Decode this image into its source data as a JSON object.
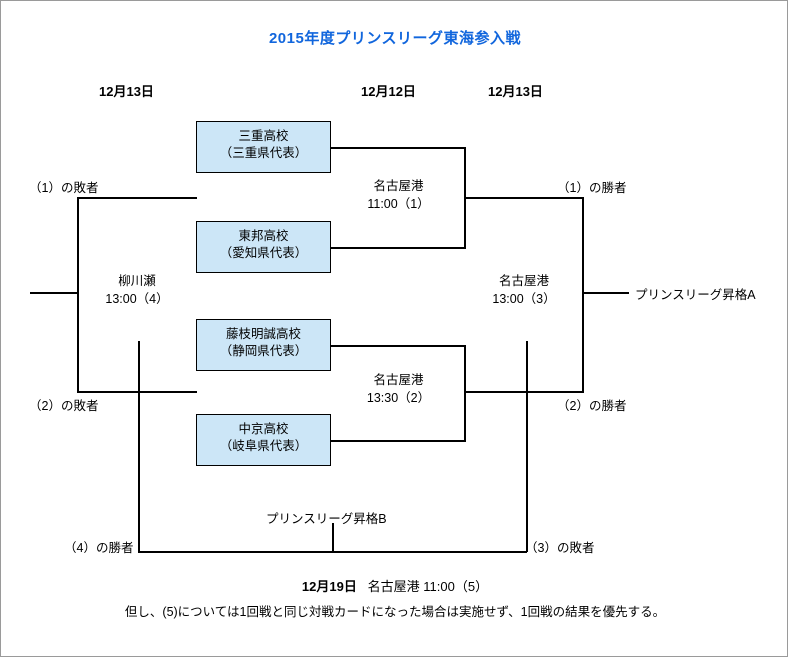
{
  "title": "2015年度プリンスリーグ東海参入戦",
  "title_color": "#1166dd",
  "box_fill_color": "#cce6f7",
  "date_headers": [
    {
      "label": "12月13日"
    },
    {
      "label": "12月12日"
    },
    {
      "label": "12月13日"
    }
  ],
  "teams": [
    {
      "name": "三重高校",
      "region": "（三重県代表）"
    },
    {
      "name": "東邦高校",
      "region": "（愛知県代表）"
    },
    {
      "name": "藤枝明誠高校",
      "region": "（静岡県代表）"
    },
    {
      "name": "中京高校",
      "region": "（岐阜県代表）"
    }
  ],
  "matches": [
    {
      "id": "1",
      "venue": "名古屋港",
      "time_line": "11:00（1）"
    },
    {
      "id": "2",
      "venue": "名古屋港",
      "time_line": "13:30（2）"
    },
    {
      "id": "3",
      "venue": "名古屋港",
      "time_line": "13:00（3）"
    },
    {
      "id": "4",
      "venue": "柳川瀬",
      "time_line": "13:00（4）"
    }
  ],
  "labels": {
    "loser_1": "（1）の敗者",
    "loser_2": "（2）の敗者",
    "winner_1": "（1）の勝者",
    "winner_2": "（2）の勝者",
    "winner_4": "（4）の勝者",
    "loser_3": "（3）の敗者",
    "promotion_a": "プリンスリーグ昇格A",
    "promotion_b": "プリンスリーグ昇格B"
  },
  "footer": {
    "final_date": "12月19日",
    "final_info": "名古屋港 11:00（5）",
    "note": "但し、(5)については1回戦と同じ対戦カードになった場合は実施せず、1回戦の結果を優先する。"
  }
}
